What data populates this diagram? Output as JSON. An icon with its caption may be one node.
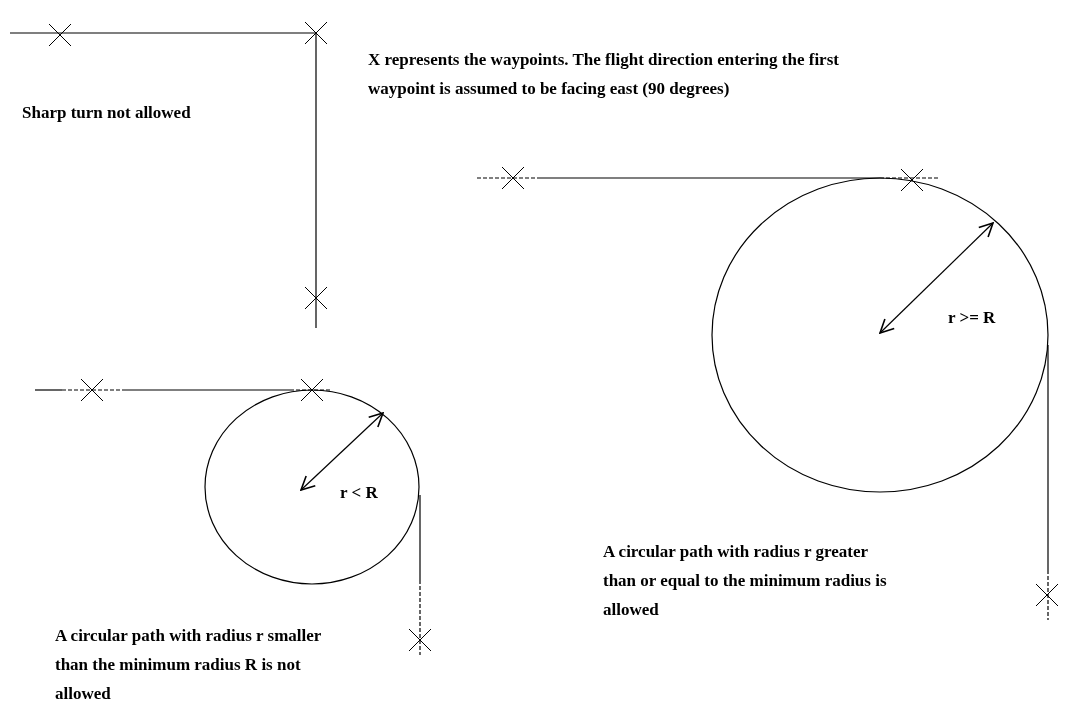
{
  "diagram": {
    "labels": [
      "X represents the waypoints. The flight direction entering the first waypoint is assumed to be facing east (90 degrees)",
      "Sharp turn not allowed",
      "r >= R",
      "r < R",
      "A circular path with radius r greater than or equal to the minimum radius is allowed",
      "A circular path with radius r smaller than the minimum radius R is not allowed"
    ]
  }
}
